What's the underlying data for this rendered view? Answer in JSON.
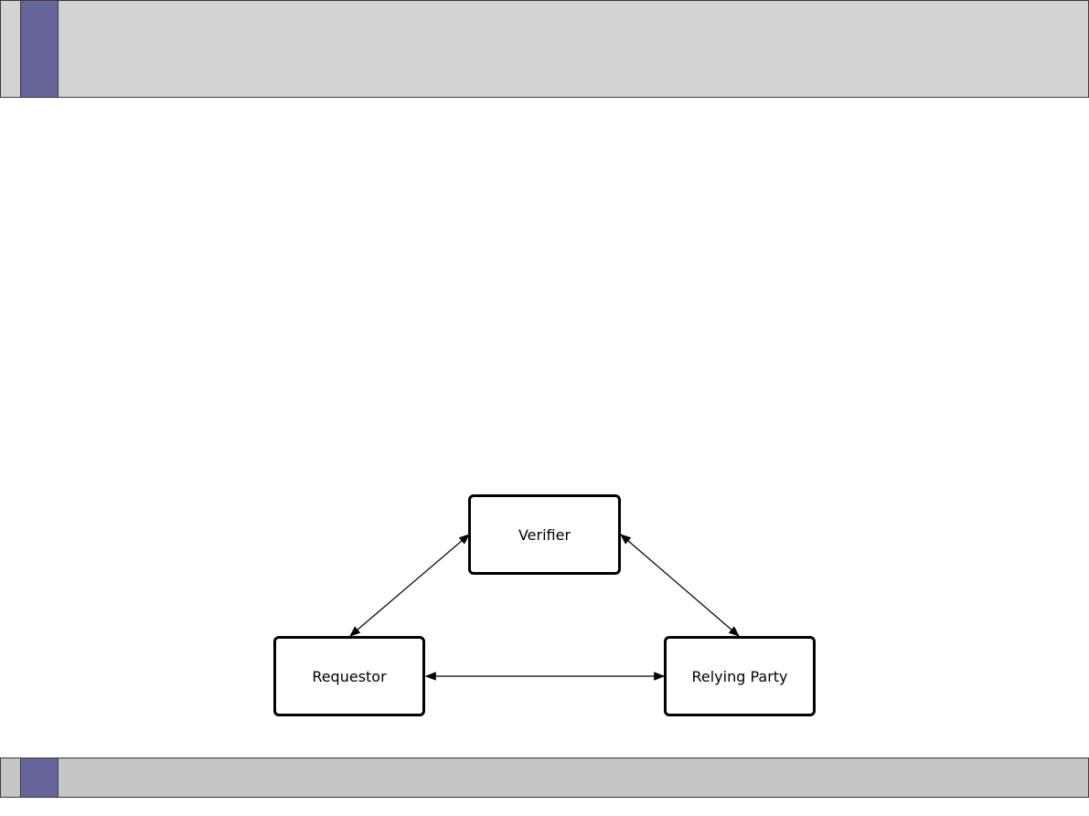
{
  "header": {
    "accent_color": "#66669a",
    "bar_color": "#d3d3d3"
  },
  "footer": {
    "accent_color": "#66669a",
    "bar_color": "#c6c6c6"
  },
  "diagram": {
    "nodes": {
      "verifier": "Verifier",
      "requestor": "Requestor",
      "relying_party": "Relying Party"
    },
    "edges": [
      {
        "from": "requestor",
        "to": "verifier",
        "direction": "bidirectional"
      },
      {
        "from": "verifier",
        "to": "relying_party",
        "direction": "bidirectional"
      },
      {
        "from": "requestor",
        "to": "relying_party",
        "direction": "bidirectional"
      }
    ]
  }
}
